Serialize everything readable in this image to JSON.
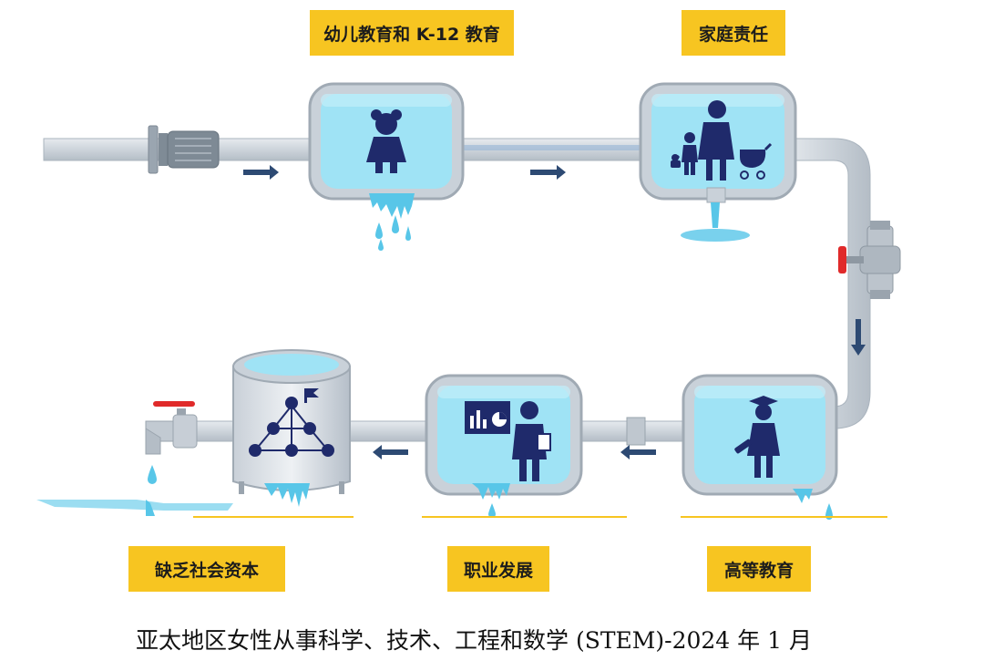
{
  "stages": {
    "early_education": "幼儿教育和 K-12 教育",
    "family": "家庭责任",
    "higher_education": "高等教育",
    "career": "职业发展",
    "social_capital": "缺乏社会资本"
  },
  "caption": "亚太地区女性从事科学、技术、工程和数学 (STEM)-2024 年 1 月",
  "colors": {
    "label_bg": "#f7c521",
    "pipe": "#d2d8df",
    "pipe_edge": "#a9b3bd",
    "tank_water": "#9fe3f5",
    "figure": "#1f2a6b",
    "arrow": "#2d4a73",
    "water_drop": "#58c6e8",
    "valve_red": "#e02a2a"
  },
  "icons": [
    "pump-icon",
    "girl-icon",
    "mother-with-children-icon",
    "graduate-icon",
    "presenter-icon",
    "network-icon",
    "faucet-icon",
    "valve-icon",
    "water-drop-icon"
  ]
}
